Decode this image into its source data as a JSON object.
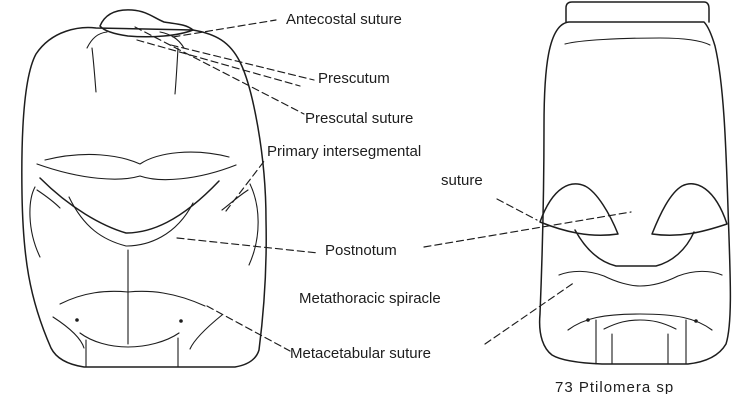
{
  "labels": {
    "antecostal_suture": "Antecostal suture",
    "prescutum": "Prescutum",
    "prescutal_suture": "Prescutal suture",
    "primary_intersegmental_line1": "Primary intersegmental",
    "primary_intersegmental_line2": "suture",
    "postnotum": "Postnotum",
    "metathoracic_spiracle": "Metathoracic spiracle",
    "metacetabular_suture": "Metacetabular suture"
  },
  "caption": "73   Ptilomera sp"
}
